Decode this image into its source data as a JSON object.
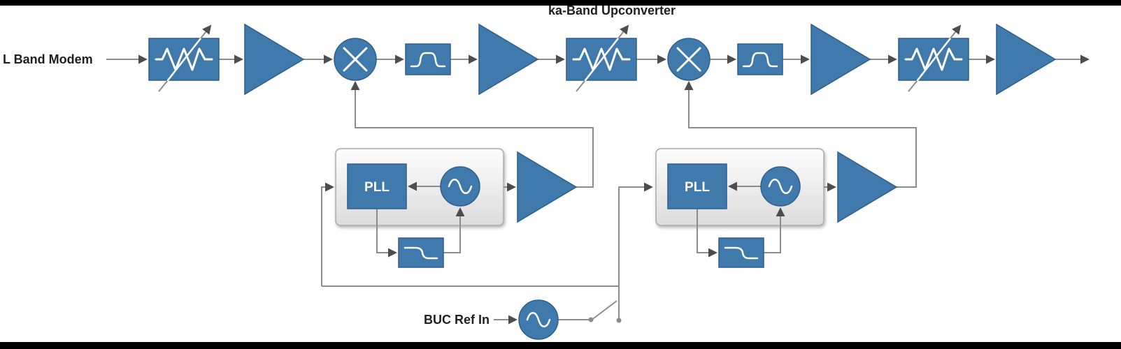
{
  "diagram": {
    "title": "ka-Band Upconverter",
    "input_label": "L Band Modem",
    "ref_label": "BUC Ref In",
    "pll_label": "PLL"
  },
  "components": {
    "chain": [
      "variable-attenuator",
      "amplifier",
      "mixer",
      "bandpass-filter",
      "amplifier",
      "variable-attenuator",
      "mixer",
      "bandpass-filter",
      "amplifier",
      "variable-attenuator",
      "amplifier"
    ],
    "lo_modules": [
      "pll-synthesizer-1",
      "pll-synthesizer-2"
    ],
    "reference_source": "crystal-oscillator"
  },
  "colors": {
    "background": "#ffffff",
    "letterbox": "#000000",
    "block_fill": "#4079ab",
    "block_stroke": "#2d5f8d",
    "symbol_white": "#ffffff",
    "wire": "#8c8c8c",
    "arrow": "#4d4d4d",
    "label_text": "#1f1f1f",
    "module_fill_top": "#fdfdfd",
    "module_fill_bottom": "#dcdcdc",
    "module_stroke": "#a9a9a9"
  }
}
